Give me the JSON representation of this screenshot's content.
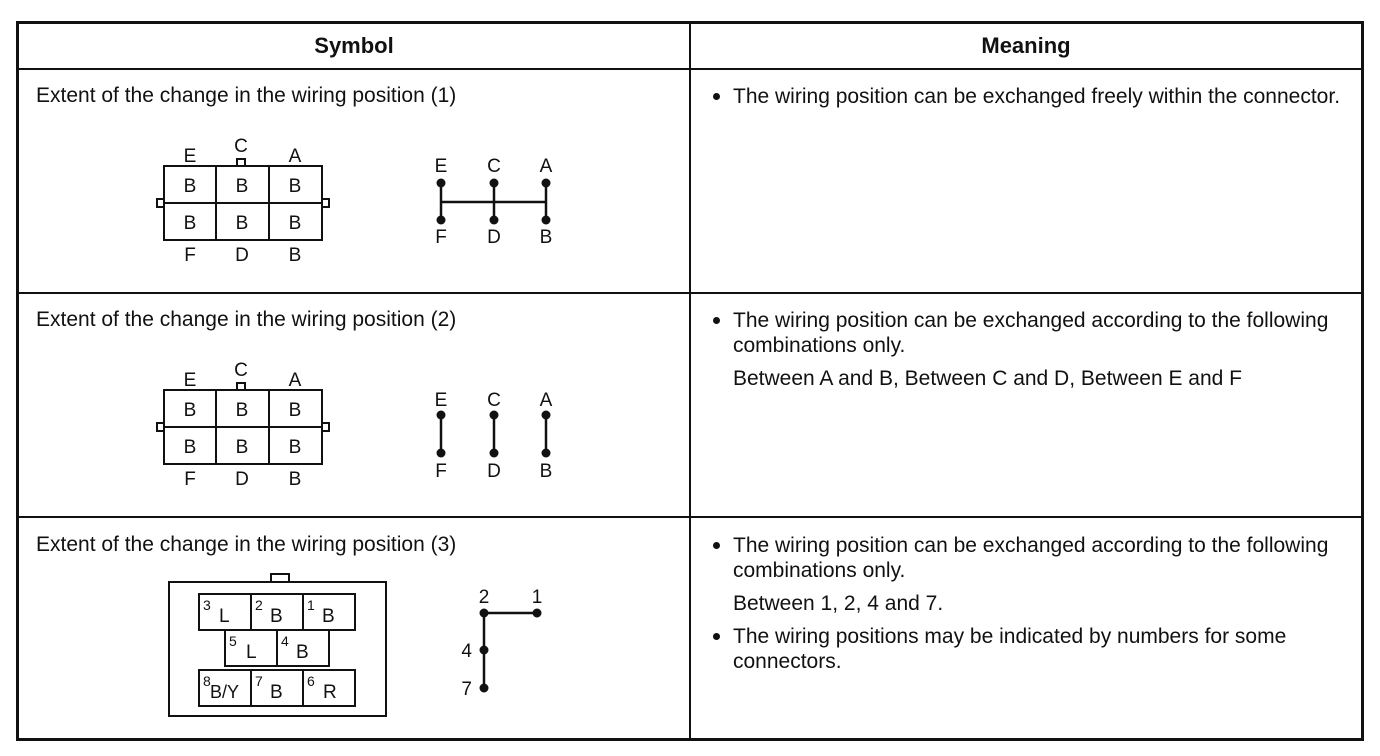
{
  "header": {
    "symbol": "Symbol",
    "meaning": "Meaning"
  },
  "rows": [
    {
      "title": "Extent of the change in the wiring position (1)",
      "grid_top": [
        "E",
        "C",
        "A"
      ],
      "grid_cells": [
        "B",
        "B",
        "B",
        "B",
        "B",
        "B"
      ],
      "grid_bottom": [
        "F",
        "D",
        "B"
      ],
      "diag_top": [
        "E",
        "C",
        "A"
      ],
      "diag_bottom": [
        "F",
        "D",
        "B"
      ],
      "meaning": [
        "The wiring position can be exchanged freely within the connector."
      ]
    },
    {
      "title": "Extent of the change in the wiring position (2)",
      "grid_top": [
        "E",
        "C",
        "A"
      ],
      "grid_cells": [
        "B",
        "B",
        "B",
        "B",
        "B",
        "B"
      ],
      "grid_bottom": [
        "F",
        "D",
        "B"
      ],
      "diag_top": [
        "E",
        "C",
        "A"
      ],
      "diag_bottom": [
        "F",
        "D",
        "B"
      ],
      "meaning": [
        "The wiring position can be exchanged according to the following combinations only."
      ],
      "meaning_note": "Between A and B, Between C and D, Between E and F"
    },
    {
      "title": "Extent of the change in the wiring position (3)",
      "pins": [
        {
          "num": "3",
          "label": "L"
        },
        {
          "num": "2",
          "label": "B"
        },
        {
          "num": "1",
          "label": "B"
        },
        {
          "num": "5",
          "label": "L"
        },
        {
          "num": "4",
          "label": "B"
        },
        {
          "num": "8",
          "label": "B/Y"
        },
        {
          "num": "7",
          "label": "B"
        },
        {
          "num": "6",
          "label": "R"
        }
      ],
      "diag_labels": [
        "2",
        "1",
        "4",
        "7"
      ],
      "meaning": [
        "The wiring position can be exchanged according to the following combinations only.",
        "The wiring positions may be indicated by numbers for some connectors."
      ],
      "meaning_note": "Between 1, 2, 4 and 7."
    }
  ]
}
